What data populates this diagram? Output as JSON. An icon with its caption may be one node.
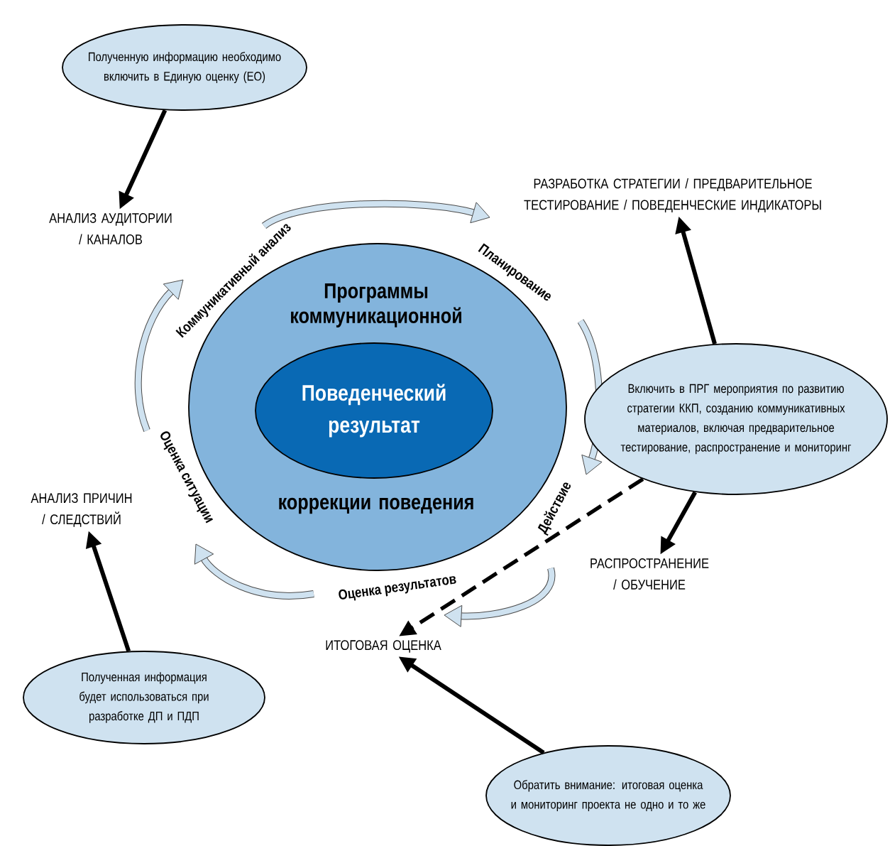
{
  "diagram": {
    "nodes": [
      {
        "text": [
          "Полученную информацию необходимо включить в Единую оценку (ЕО)"
        ]
      },
      {
        "text": [
          "АНАЛИЗ АУДИТОРИИ / КАНАЛОВ"
        ]
      },
      {
        "text": [
          "РАЗРАБОТКА СТРАТЕГИИ / ПРЕДВАРИТЕЛЬНОЕ ТЕСТИРОВАНИЕ / ПОВЕДЕНЧЕСКИЕ ИНДИКАТОРЫ"
        ]
      },
      {
        "text": [
          "Программы коммуникационной",
          "коррекции поведения"
        ]
      },
      {
        "text": [
          "Поведенческий результат"
        ],
        "in": 3
      },
      {
        "text": [
          "Включить в ПРГ мероприятия по развитию стратегии ККП, созданию коммуникативных материалов, включая предварительное тестирование, распространение и мониторинг"
        ]
      },
      {
        "text": [
          "АНАЛИЗ ПРИЧИН / СЛЕДСТВИЙ"
        ]
      },
      {
        "text": [
          "РАСПРОСТРАНЕНИЕ / ОБУЧЕНИЕ"
        ]
      },
      {
        "text": [
          "ИТОГОВАЯ ОЦЕНКА"
        ]
      },
      {
        "text": [
          "Полученная информация будет использоваться при разработке ДП и ПДП"
        ]
      },
      {
        "text": [
          "Обратить внимание: итоговая оценка и мониторинг проекта не одно и то же"
        ]
      }
    ],
    "edges": [
      {
        "from": 0,
        "to": 1,
        "arrow": "to"
      },
      {
        "from": 5,
        "to": 2,
        "arrow": "to"
      },
      {
        "from": 5,
        "to": 7,
        "arrow": "to"
      },
      {
        "from": 5,
        "to": 8,
        "arrow": "to",
        "style": "dashed"
      },
      {
        "from": 9,
        "to": 6,
        "arrow": "to"
      },
      {
        "from": 10,
        "to": 8,
        "arrow": "to"
      }
    ],
    "labels": [
      "Коммуникативный анализ",
      "Планирование",
      "Действие",
      "Оценка результатов",
      "Оценка ситуации"
    ]
  }
}
